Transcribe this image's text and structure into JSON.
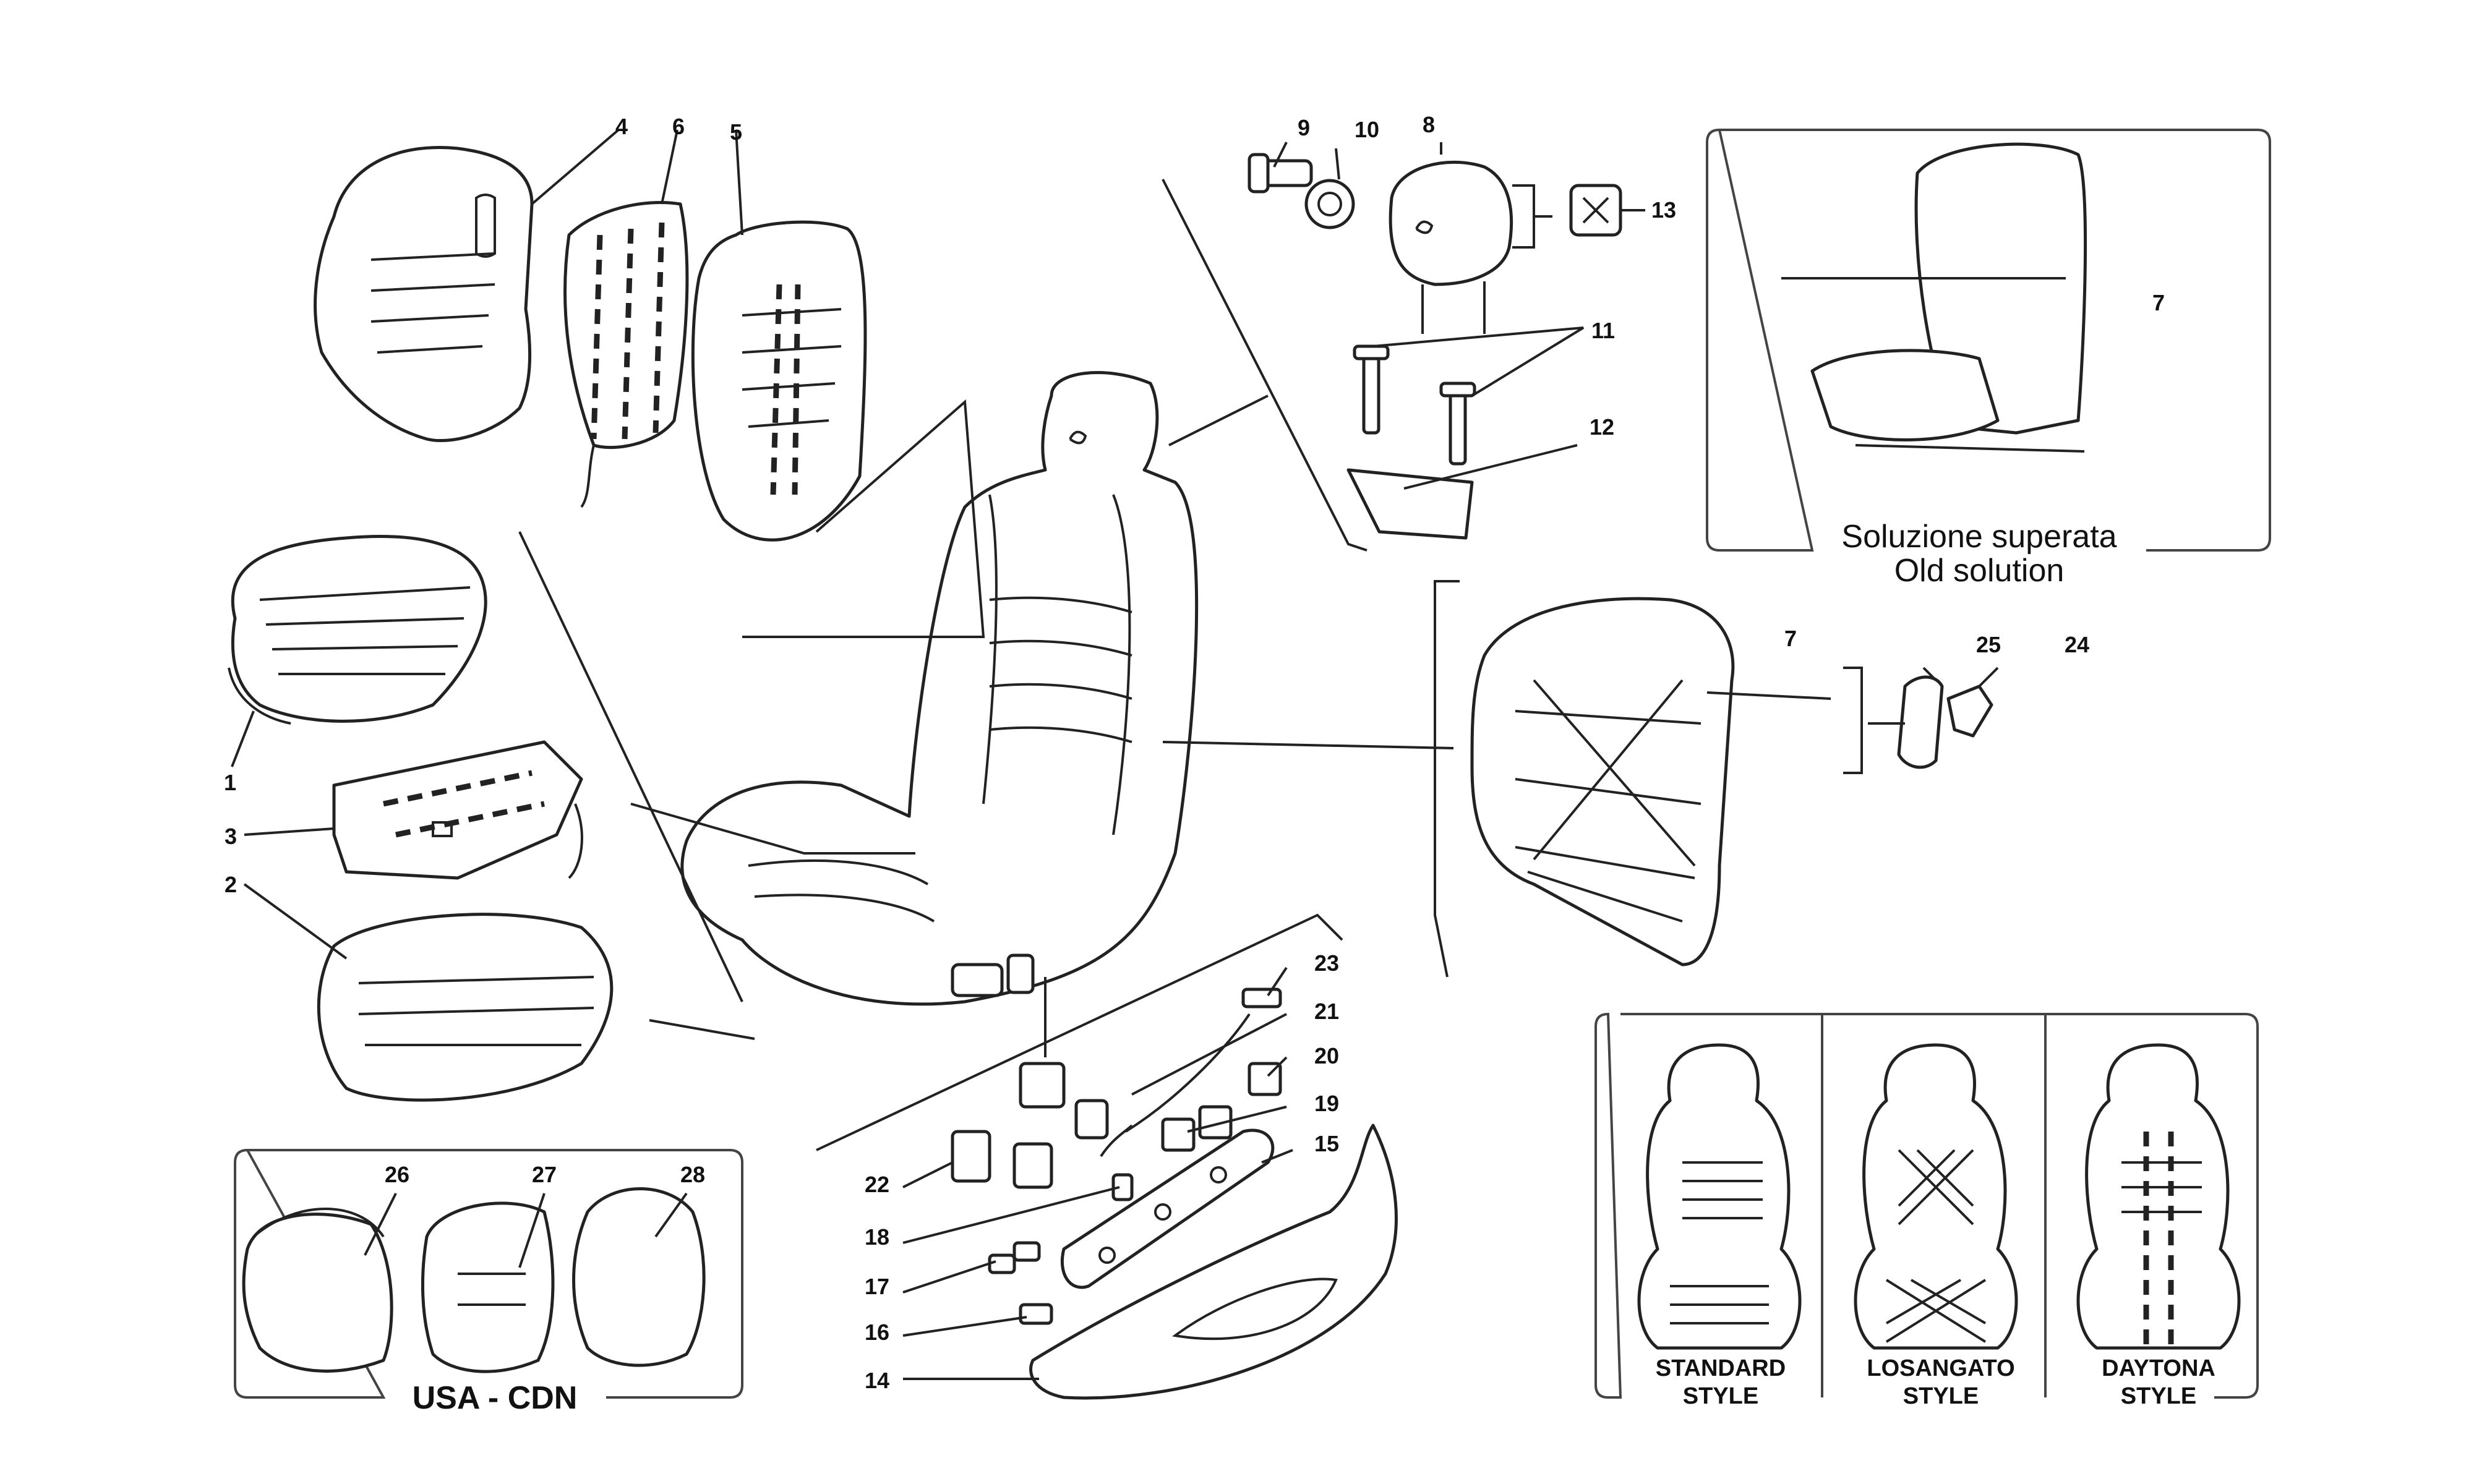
{
  "labels": {
    "n1": "1",
    "n2": "2",
    "n3": "3",
    "n4": "4",
    "n5": "5",
    "n6": "6",
    "n7a": "7",
    "n7b": "7",
    "n8": "8",
    "n9": "9",
    "n10": "10",
    "n11": "11",
    "n12": "12",
    "n13": "13",
    "n14": "14",
    "n15": "15",
    "n16": "16",
    "n17": "17",
    "n18": "18",
    "n19": "19",
    "n20": "20",
    "n21": "21",
    "n22": "22",
    "n23": "23",
    "n24": "24",
    "n25": "25",
    "n26": "26",
    "n27": "27",
    "n28": "28"
  },
  "old_solution": {
    "line1": "Soluzione superata",
    "line2": "Old solution"
  },
  "usa_box": {
    "caption": "USA - CDN"
  },
  "styles": [
    {
      "line1": "STANDARD",
      "line2": "STYLE"
    },
    {
      "line1": "LOSANGATO",
      "line2": "STYLE"
    },
    {
      "line1": "DAYTONA",
      "line2": "STYLE"
    }
  ]
}
